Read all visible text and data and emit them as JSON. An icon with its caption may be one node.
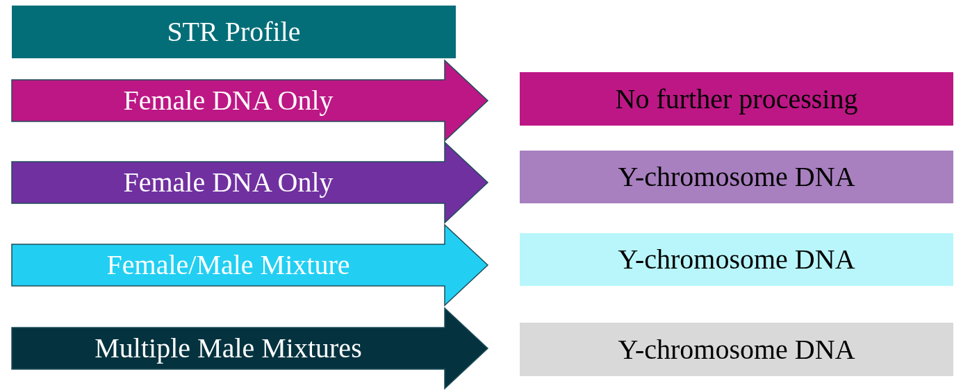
{
  "diagram": {
    "nodes": [
      {
        "text": [
          "STR Profile"
        ]
      },
      {
        "text": [
          "Female DNA Only"
        ]
      },
      {
        "text": [
          "No further processing"
        ]
      },
      {
        "text": [
          "Female DNA Only"
        ]
      },
      {
        "text": [
          "Y-chromosome DNA"
        ]
      },
      {
        "text": [
          "Female/Male Mixture"
        ]
      },
      {
        "text": [
          "Y-chromosome DNA"
        ]
      },
      {
        "text": [
          "Multiple Male Mixtures"
        ]
      },
      {
        "text": [
          "Y-chromosome DNA"
        ]
      }
    ]
  }
}
